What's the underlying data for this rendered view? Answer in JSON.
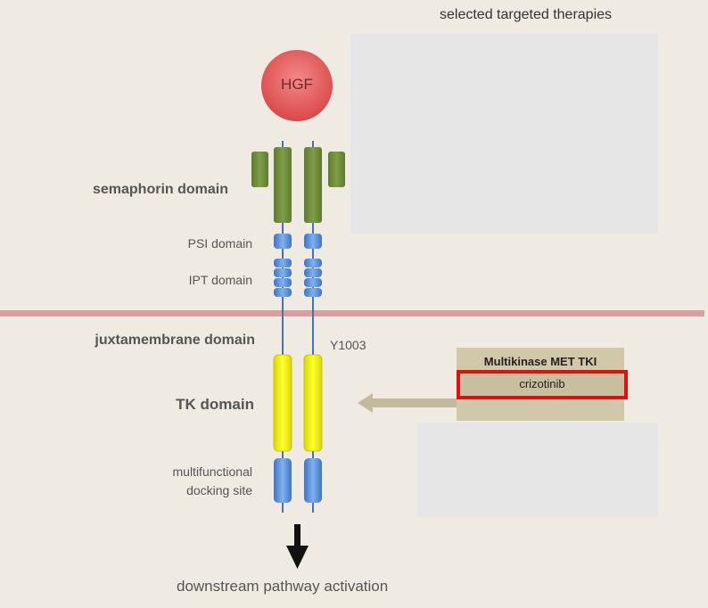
{
  "header": {
    "title": "selected targeted therapies"
  },
  "ligand": {
    "label": "HGF",
    "color": "#e45a5a"
  },
  "domains": {
    "semaphorin": "semaphorin domain",
    "psi": "PSI domain",
    "ipt": "IPT domain",
    "juxtamembrane": "juxtamembrane domain",
    "tk": "TK domain",
    "docking_line1": "multifunctional",
    "docking_line2": "docking site"
  },
  "residue": {
    "label": "Y1003"
  },
  "therapy": {
    "category": "Multikinase MET TKI",
    "drug": "crizotinib",
    "highlight_color": "#e01010"
  },
  "footer": {
    "label": "downstream pathway activation"
  },
  "colors": {
    "background": "#efebe2",
    "membrane": "#d9a0a0",
    "semaphorin": "#6e8c3a",
    "psi_ipt": "#5b8fd6",
    "tk": "#f2f200",
    "arrow": "#c4b99a",
    "panel": "#e6e6e6"
  },
  "icons": [
    "hgf-circle",
    "therapy-arrow-icon",
    "downstream-arrow-icon"
  ]
}
